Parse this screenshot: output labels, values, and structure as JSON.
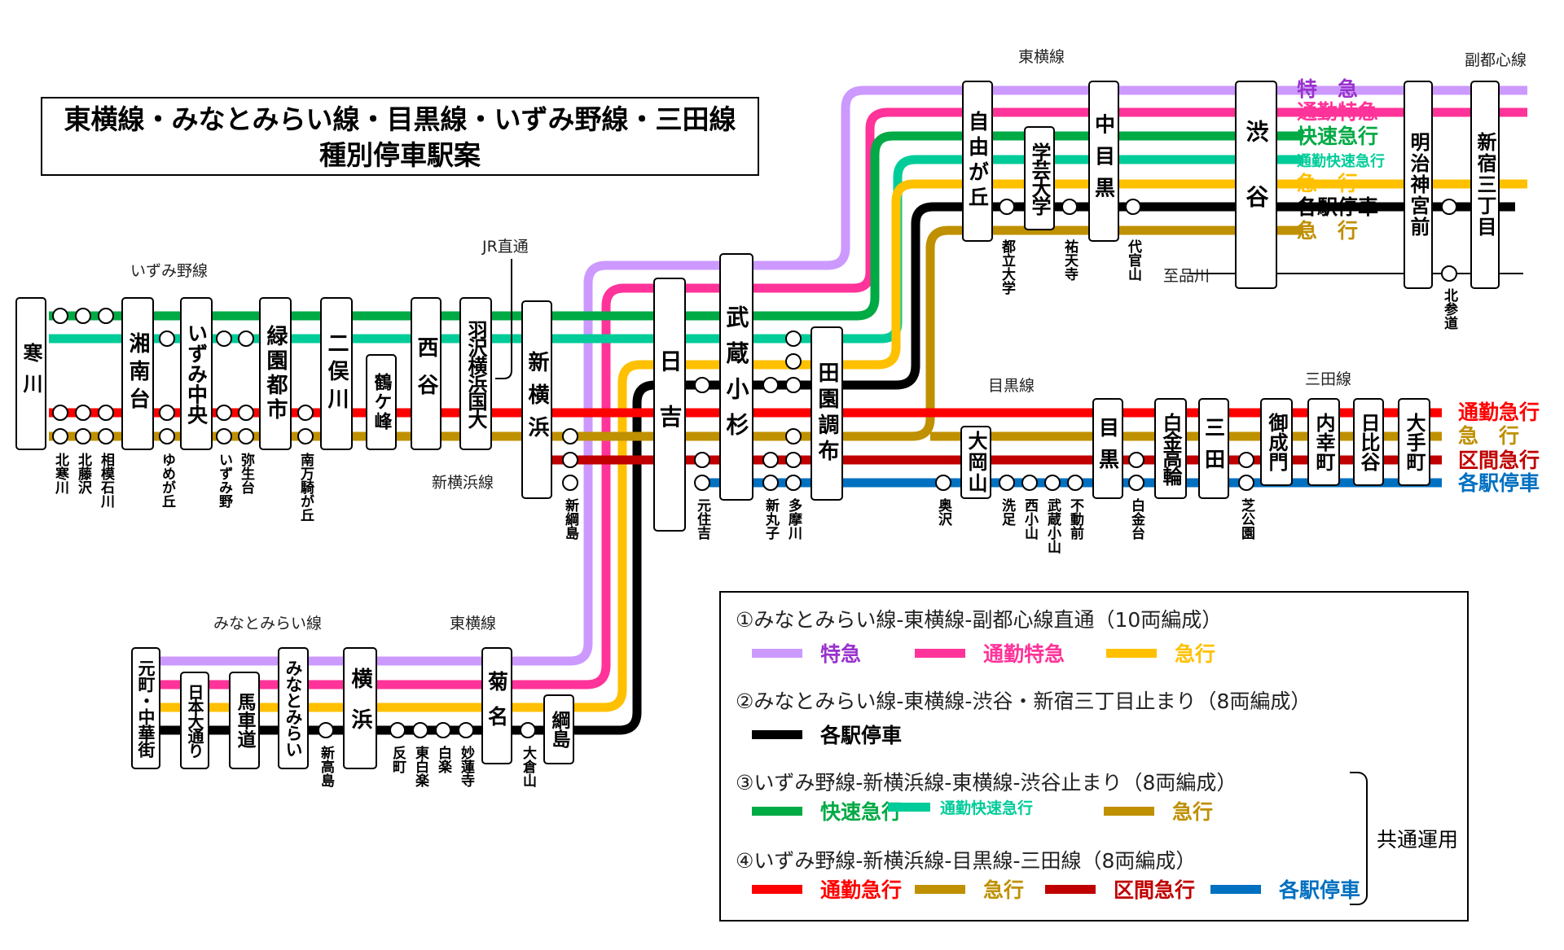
{
  "title": {
    "line1": "東横線・みなとみらい線・目黒線・いずみ野線・三田線",
    "line2": "種別停車駅案"
  },
  "colors": {
    "limited_express": "#cc99ff",
    "commuter_limited_express": "#ff3399",
    "rapid_express": "#00aa44",
    "commuter_rapid_express": "#00cc99",
    "express": "#ffc000",
    "local_toyoko": "#000000",
    "express_izumino": "#bf9000",
    "commuter_express": "#ff0000",
    "section_express": "#c00000",
    "local_blue": "#0070c0"
  },
  "line_labels": {
    "izumino": "いずみ野線",
    "jr_through": "JR直通",
    "shin_yokohama": "新横浜線",
    "toyoko_top": "東横線",
    "fukutoshin": "副都心線",
    "meguro": "目黒線",
    "mita": "三田線",
    "minatomirai": "みなとみらい線",
    "toyoko_bottom": "東横線",
    "to_shinagawa": "至品川"
  },
  "stations_major": [
    "寒川",
    "湘南台",
    "いずみ中央",
    "緑園都市",
    "二俣川",
    "鶴ケ峰",
    "西谷",
    "羽沢横浜国大",
    "新横浜",
    "日吉",
    "武蔵小杉",
    "田園調布",
    "自由が丘",
    "学芸大学",
    "中目黒",
    "渋谷",
    "明治神宮前",
    "新宿三丁目",
    "大岡山",
    "目黒",
    "白金高輪",
    "三田",
    "御成門",
    "内幸町",
    "日比谷",
    "大手町",
    "元町・中華街",
    "日本大通り",
    "馬車道",
    "みなとみらい",
    "横浜",
    "菊名",
    "綱島"
  ],
  "stations_minor": [
    "北寒川",
    "北藤沢",
    "相模石川",
    "ゆめが丘",
    "いずみ野",
    "弥生台",
    "南万騎が丘",
    "新綱島",
    "元住吉",
    "新丸子",
    "多摩川",
    "都立大学",
    "祐天寺",
    "代官山",
    "北参道",
    "奥沢",
    "洗足",
    "西小山",
    "武蔵小山",
    "不動前",
    "白金台",
    "芝公園",
    "新高島",
    "反町",
    "東白楽",
    "白楽",
    "妙蓮寺",
    "大倉山"
  ],
  "right_labels_toyoko": [
    "特　急",
    "通勤特急",
    "快速急行",
    "通勤快速急行",
    "急　行",
    "各駅停車",
    "急　行"
  ],
  "right_labels_meguro": [
    "通勤急行",
    "急　行",
    "区間急行",
    "各駅停車"
  ],
  "legend": {
    "g1": {
      "head": "①みなとみらい線-東横線-副都心線直通（10両編成）",
      "items": [
        "特急",
        "通勤特急",
        "急行"
      ]
    },
    "g2": {
      "head": "②みなとみらい線-東横線-渋谷・新宿三丁目止まり（8両編成）",
      "items": [
        "各駅停車"
      ]
    },
    "g3": {
      "head": "③いずみ野線-新横浜線-東横線-渋谷止まり（8両編成）",
      "items": [
        "快速急行",
        "通勤快速急行",
        "急行"
      ]
    },
    "g4": {
      "head": "④いずみ野線-新横浜線-目黒線-三田線（8両編成）",
      "items": [
        "通勤急行",
        "急行",
        "区間急行",
        "各駅停車"
      ]
    },
    "common": "共通運用"
  }
}
